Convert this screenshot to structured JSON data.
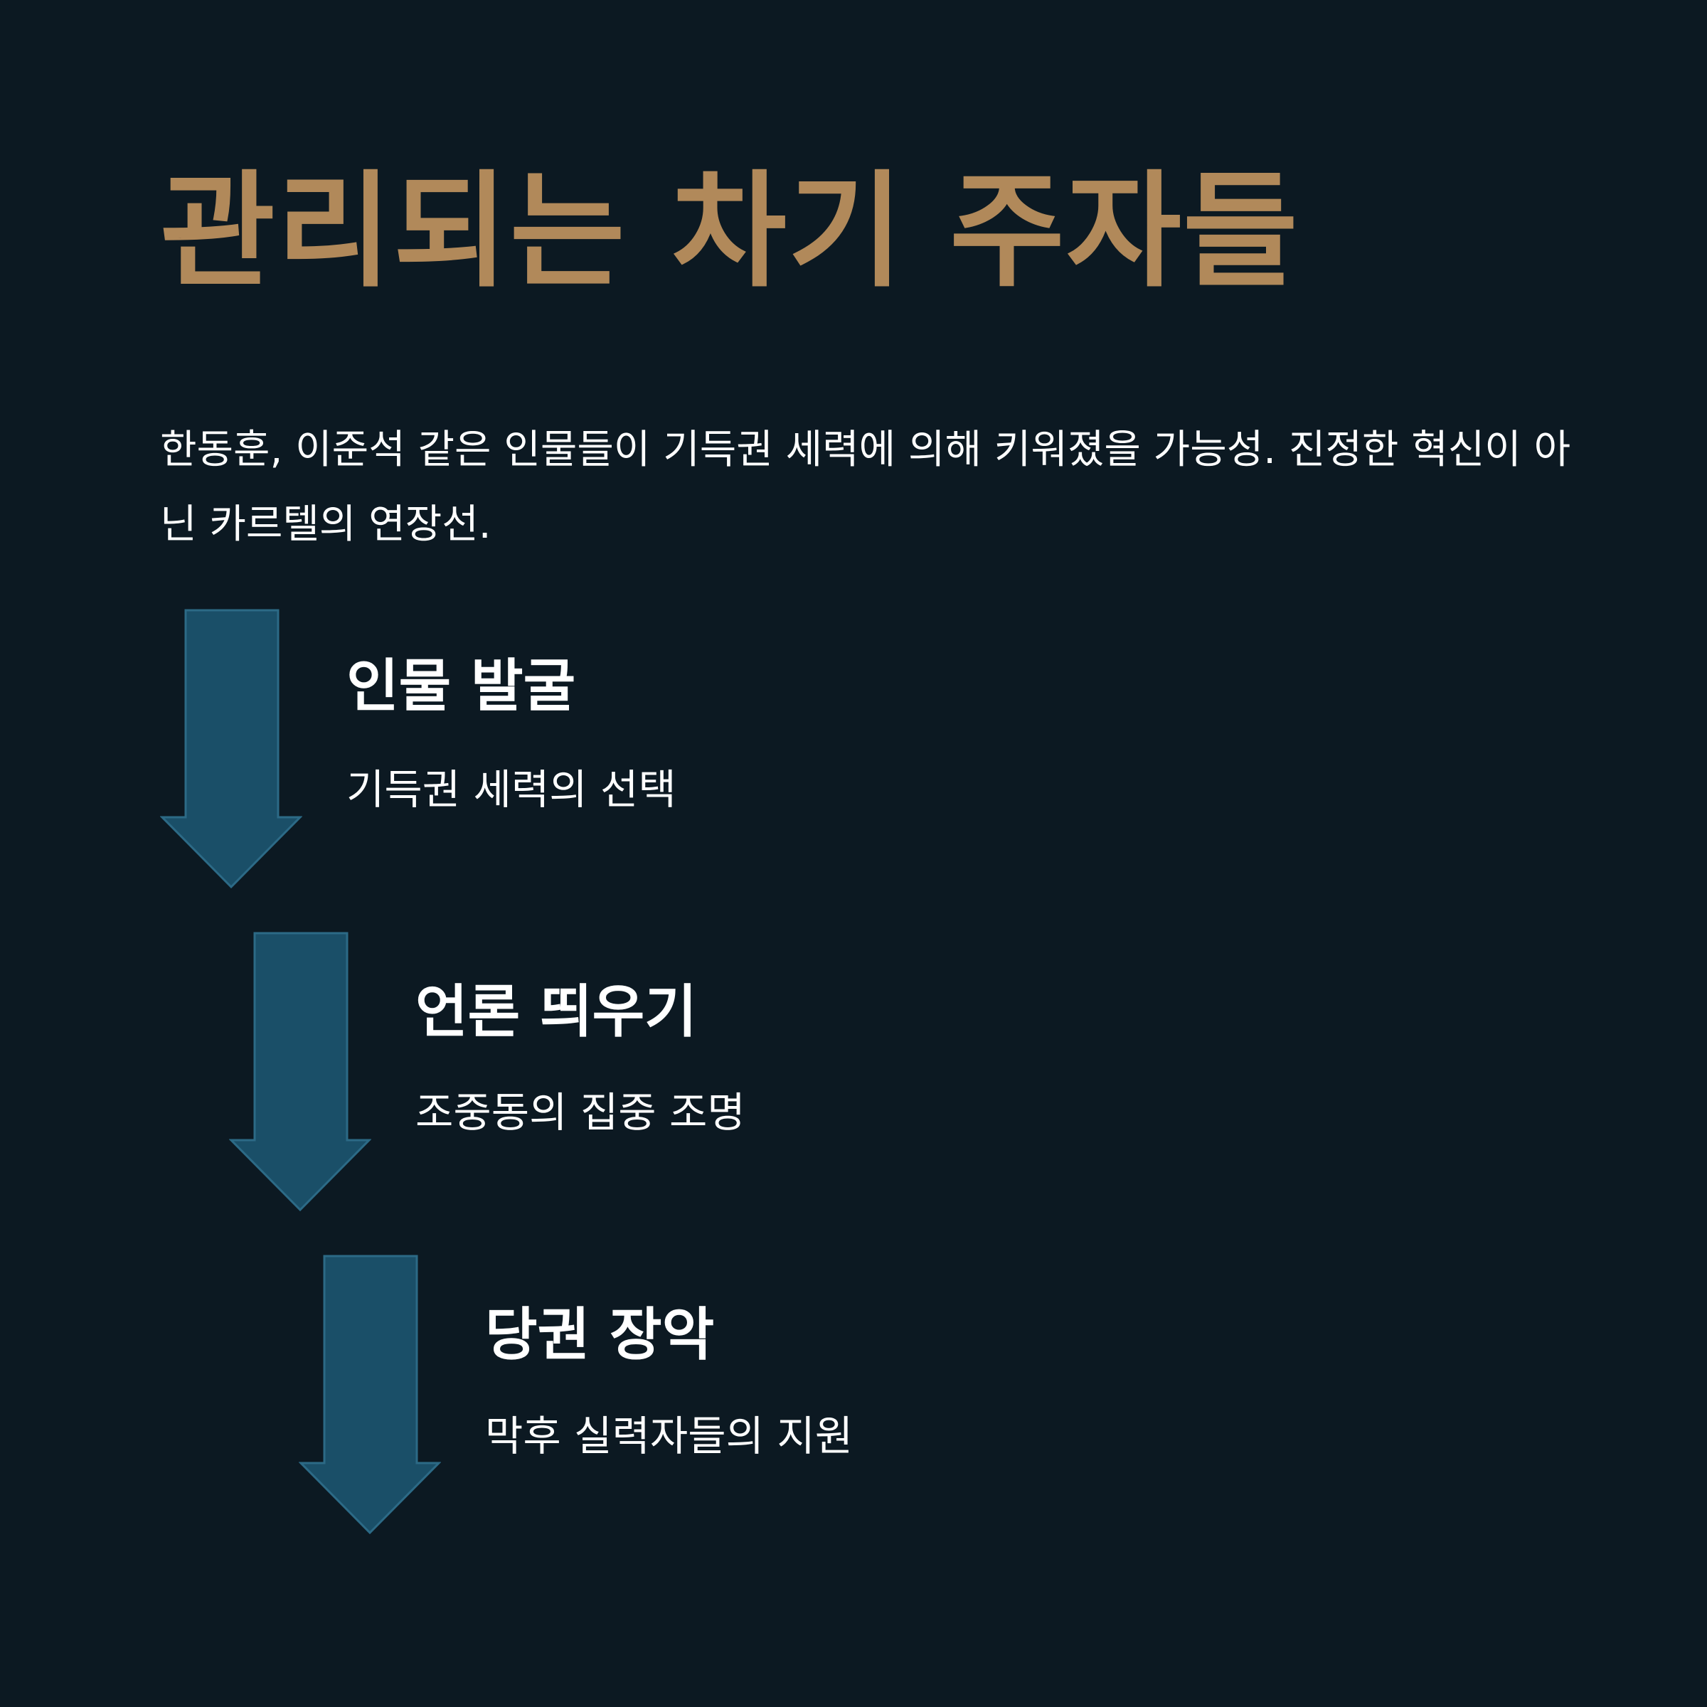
{
  "title": "관리되는 차기 주자들",
  "intro": "한동훈, 이준석 같은 인물들이 기득권 세력에 의해 키워졌을 가능성. 진정한 혁신이 아닌 카르텔의 연장선.",
  "colors": {
    "background": "#0c1922",
    "title": "#b1895a",
    "arrow_fill": "#1a4f68",
    "arrow_stroke": "#2c6a86",
    "text": "#ffffff"
  },
  "steps": [
    {
      "title": "인물 발굴",
      "description": "기득권 세력의 선택",
      "icon": "down-arrow-icon"
    },
    {
      "title": "언론 띄우기",
      "description": "조중동의 집중 조명",
      "icon": "down-arrow-icon"
    },
    {
      "title": "당권 장악",
      "description": "막후 실력자들의 지원",
      "icon": "down-arrow-icon"
    }
  ]
}
